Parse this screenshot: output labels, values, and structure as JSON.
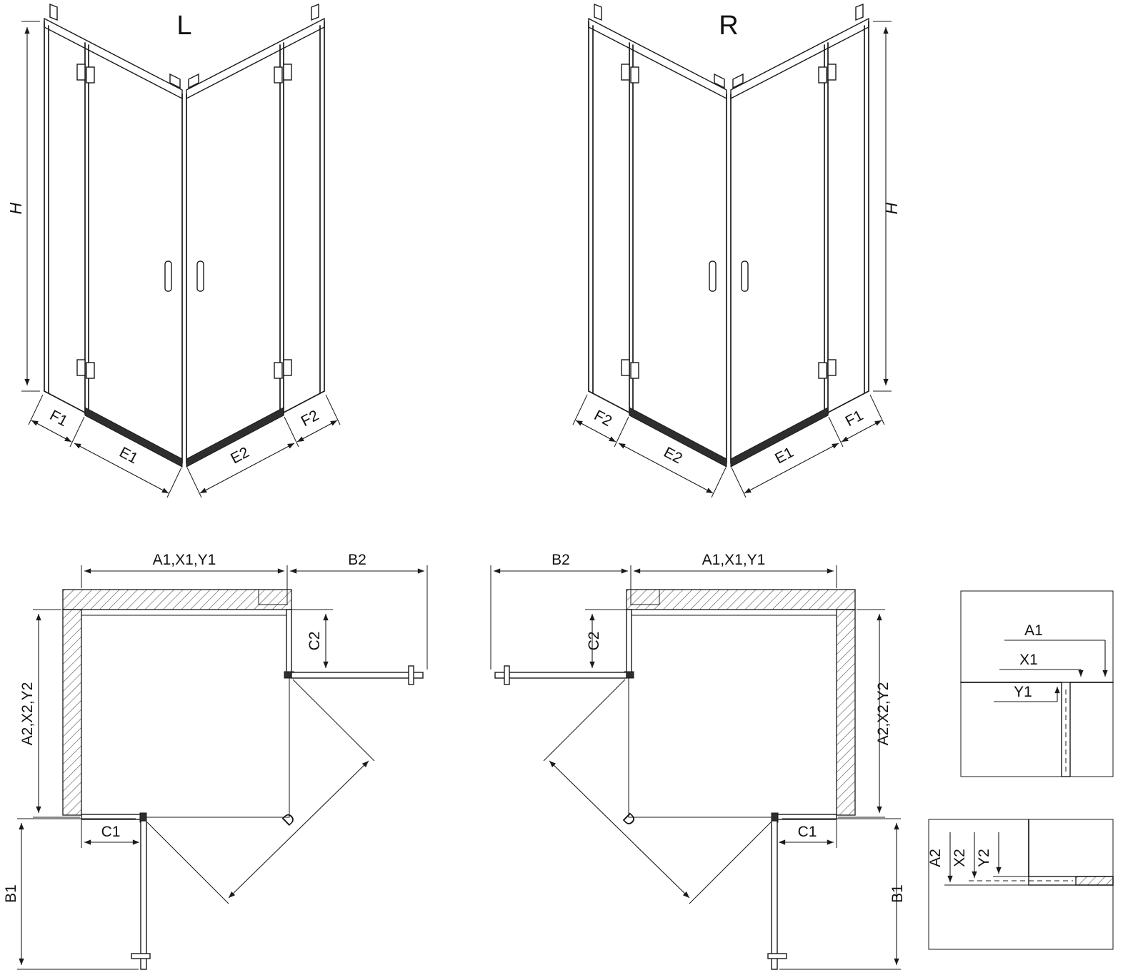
{
  "page": {
    "background": "#ffffff",
    "line_color": "#1a1a1a"
  },
  "views": {
    "iso_left": {
      "title": "L",
      "height_dim": "H",
      "bottom_dims": [
        "F1",
        "E1",
        "E2",
        "F2"
      ]
    },
    "iso_right": {
      "title": "R",
      "height_dim": "H",
      "bottom_dims": [
        "F2",
        "E2",
        "E1",
        "F1"
      ]
    },
    "plan_left": {
      "top_dim": "A1,X1,Y1",
      "door_top_dim": "B2",
      "c2": "C2",
      "side_dim": "A2,X2,Y2",
      "c1": "C1",
      "b1": "B1",
      "diagonal": "D"
    },
    "plan_right": {
      "top_dim": "A1,X1,Y1",
      "door_top_dim": "B2",
      "c2": "C2",
      "side_dim": "A2,X2,Y2",
      "c1": "C1",
      "b1": "B1",
      "diagonal": "D"
    },
    "detail_top": {
      "dims": [
        "A1",
        "X1",
        "Y1"
      ]
    },
    "detail_bottom": {
      "dims": [
        "A2",
        "X2",
        "Y2"
      ]
    }
  }
}
